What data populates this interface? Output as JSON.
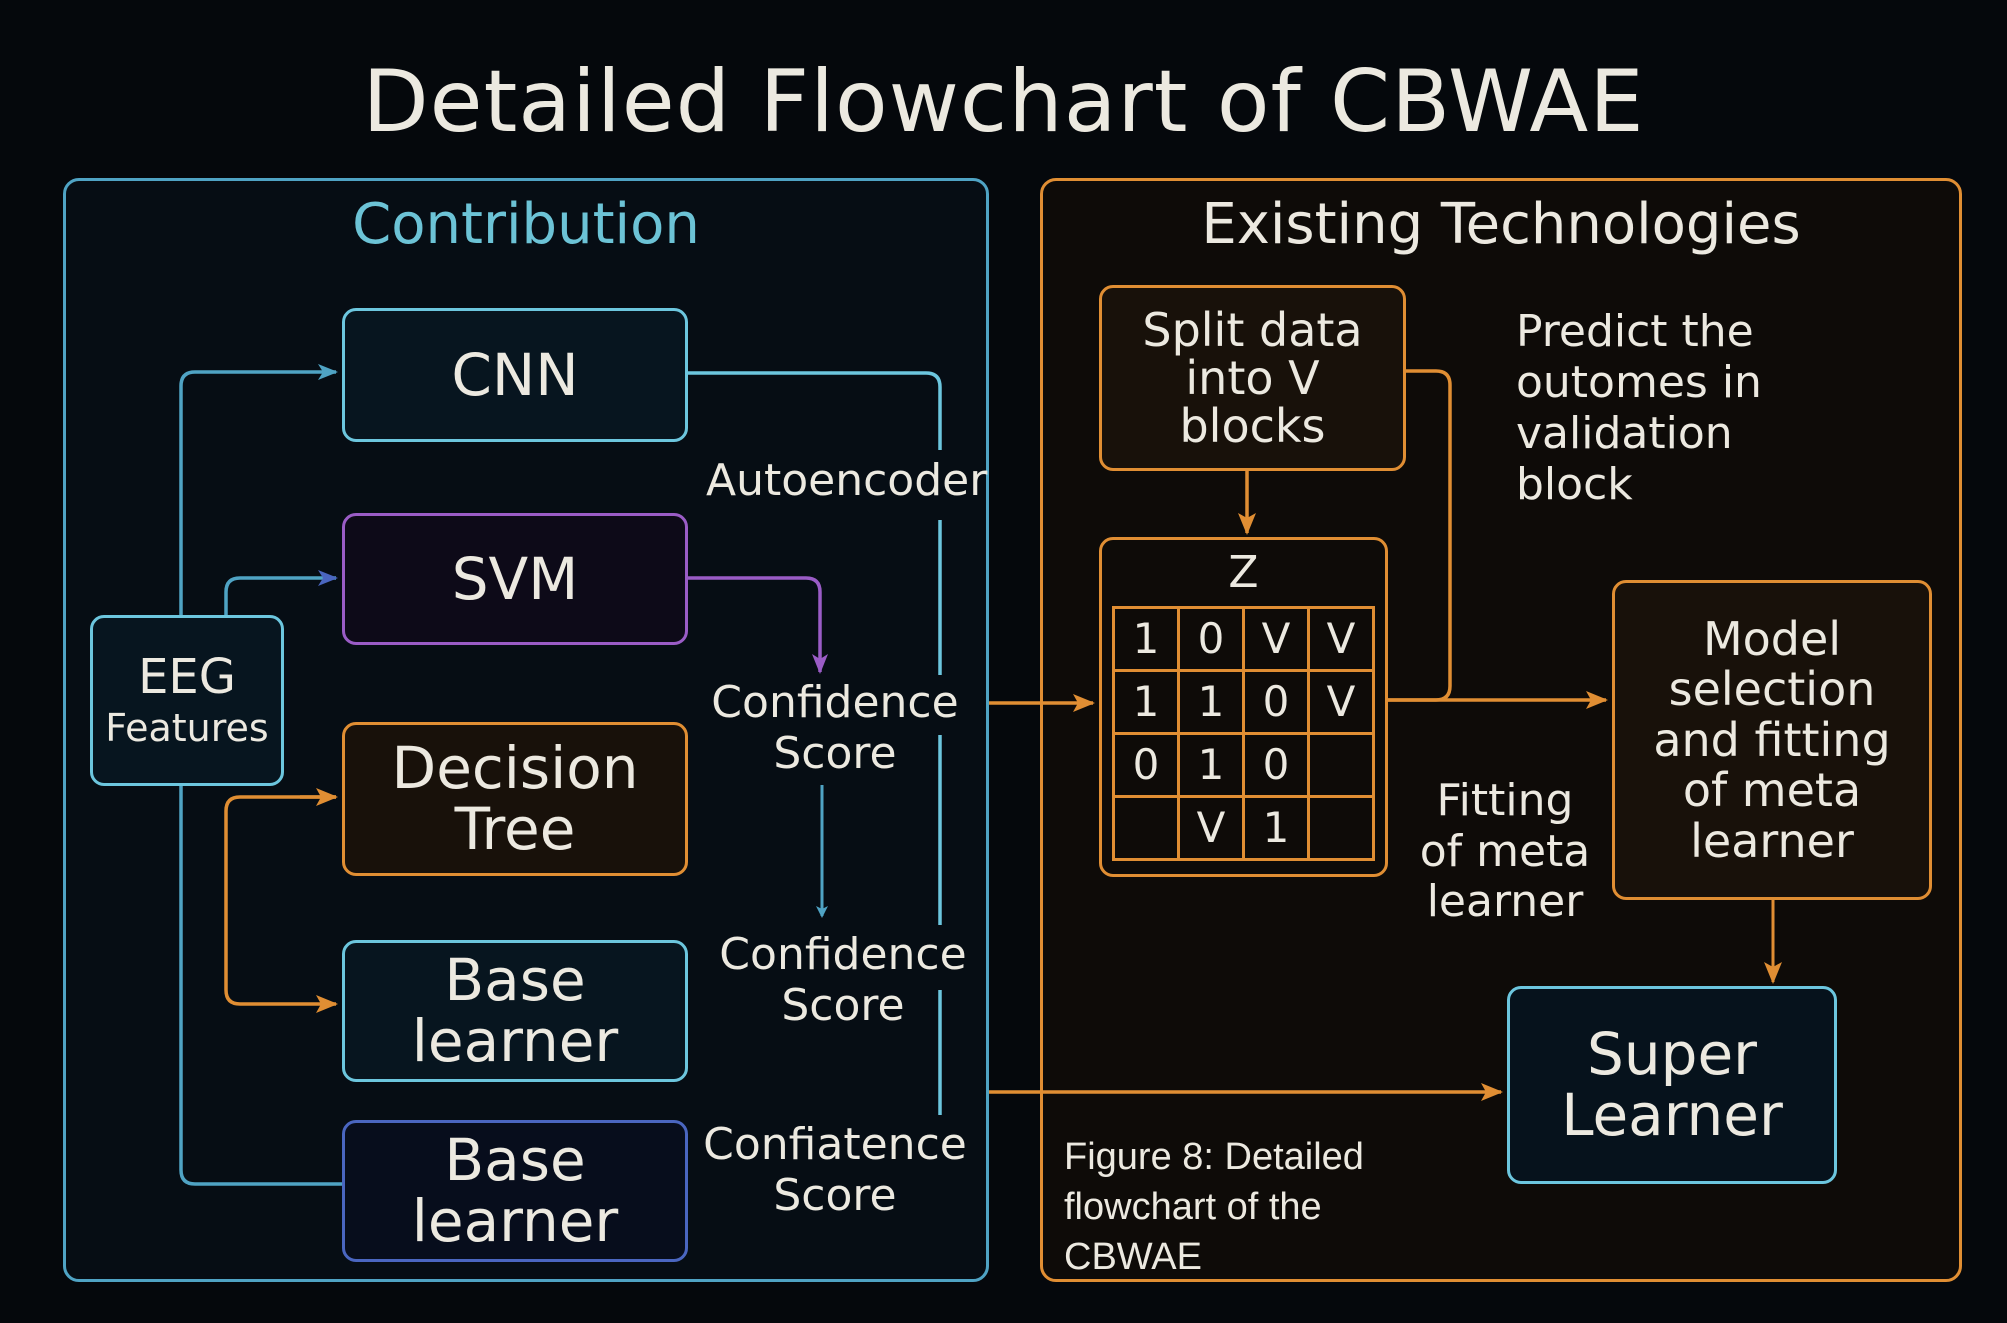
{
  "title": "Detailed Flowchart of CBWAE",
  "colors": {
    "background": "#05080c",
    "contribution_accent": "#6cc3d6",
    "existing_accent": "#e08e33",
    "svm_accent": "#9a5cc6",
    "base_learner_2_accent": "#4a66c0",
    "text": "#ece9e0"
  },
  "contribution": {
    "title": "Contribution",
    "input": {
      "line1": "EEG",
      "line2": "Features"
    },
    "models": [
      {
        "id": "cnn",
        "label": "CNN"
      },
      {
        "id": "svm",
        "label": "SVM"
      },
      {
        "id": "decision-tree",
        "label": "Decision Tree"
      },
      {
        "id": "base-learner-1",
        "label": "Base learner"
      },
      {
        "id": "base-learner-2",
        "label": "Base learner"
      }
    ],
    "annotations": {
      "autoencoder": "Autoencoder",
      "confidence_1": "Confidence Score",
      "confidence_2": "Confidence Score",
      "confidence_3": "Confiatence Score"
    }
  },
  "existing": {
    "title": "Existing Technologies",
    "split": "Split data into V blocks",
    "matrix": {
      "label": "Z",
      "rows": [
        [
          "1",
          "0",
          "V",
          "V"
        ],
        [
          "1",
          "1",
          "0",
          "V"
        ],
        [
          "0",
          "1",
          "0",
          ""
        ],
        [
          "",
          "V",
          "1",
          ""
        ]
      ]
    },
    "predict_note": "Predict the outomes in validation block",
    "fitting_note": "Fitting of meta learner",
    "model_selection": "Model selection and fitting of meta learner",
    "super_learner": "Super Learner",
    "caption": "Figure 8: Detailed flowchart of the CBWAE"
  }
}
